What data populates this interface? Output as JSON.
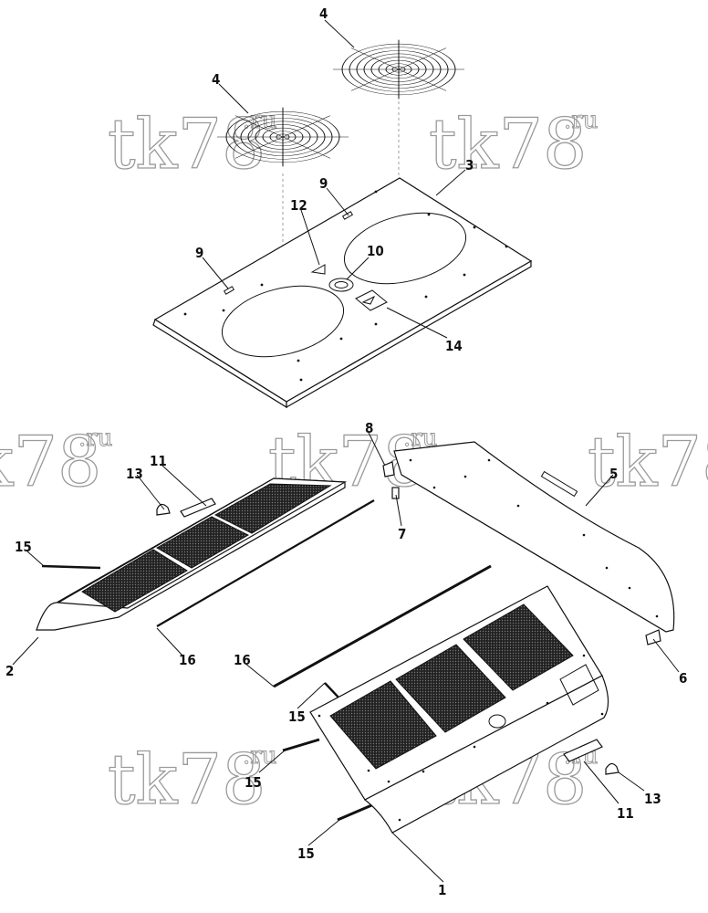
{
  "watermark": {
    "main": "tk78",
    "sup": ".ru"
  },
  "callouts": {
    "c1": "1",
    "c2": "2",
    "c3": "3",
    "c4a": "4",
    "c4b": "4",
    "c5": "5",
    "c6": "6",
    "c7": "7",
    "c8": "8",
    "c9a": "9",
    "c9b": "9",
    "c10": "10",
    "c11a": "11",
    "c11b": "11",
    "c12": "12",
    "c13a": "13",
    "c13b": "13",
    "c14": "14",
    "c15a": "15",
    "c15b": "15",
    "c15c": "15",
    "c15d": "15",
    "c16a": "16",
    "c16b": "16"
  }
}
